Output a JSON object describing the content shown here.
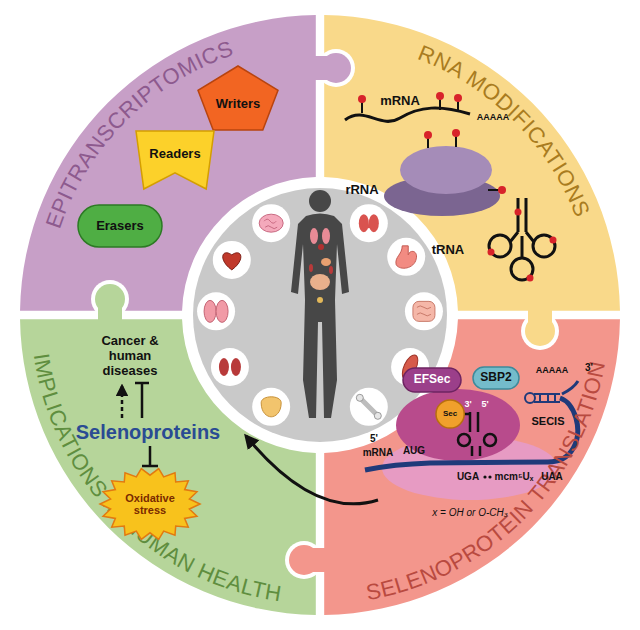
{
  "diagram": {
    "nodes": [
      {
        "text": [
          "Writers"
        ]
      },
      {
        "text": [
          "Readers"
        ]
      },
      {
        "text": [
          "Erasers"
        ]
      },
      {
        "text": [
          "EFSec"
        ]
      },
      {
        "text": [
          "SBP2"
        ]
      },
      {
        "text": [
          "Sec"
        ]
      },
      {
        "text": [
          "Oxidative stress"
        ]
      }
    ],
    "labels": [
      "EPITRANSCRIPTOMICS",
      "RNA MODIFICATIONS",
      "SELENOPROTEIN TRANSLATION",
      "IMPLICATIONS IN HUMAN HEALTH",
      "mRNA",
      "AAAAA",
      "rRNA",
      "tRNA",
      "AAAAA",
      "3'",
      "SECIS",
      "5'",
      "mRNA",
      "AUG",
      "3'",
      "5'",
      "UGA",
      "mcm⁵Uₓ",
      "UAA",
      "x = OH or O-CH₃",
      "Cancer & human diseases",
      "Selenoproteins"
    ]
  }
}
